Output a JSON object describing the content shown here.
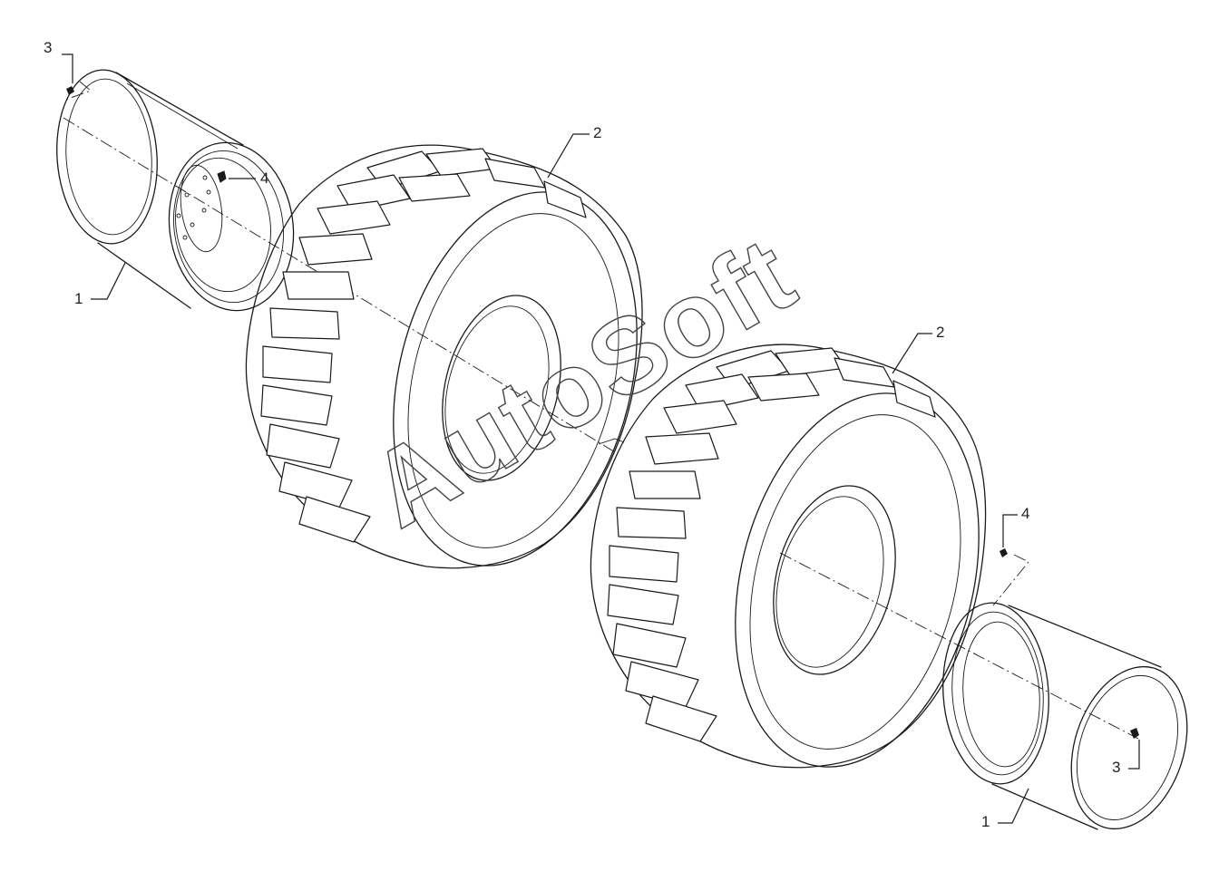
{
  "callouts": {
    "c1_top": "3",
    "c2_top": "4",
    "c3_top": "1",
    "c4_top": "2",
    "c5_bottom": "2",
    "c6_bottom": "4",
    "c7_bottom": "3",
    "c8_bottom": "1"
  },
  "watermark": "AutoSoft",
  "colors": {
    "ink": "#1a1a1a",
    "background": "#ffffff"
  }
}
